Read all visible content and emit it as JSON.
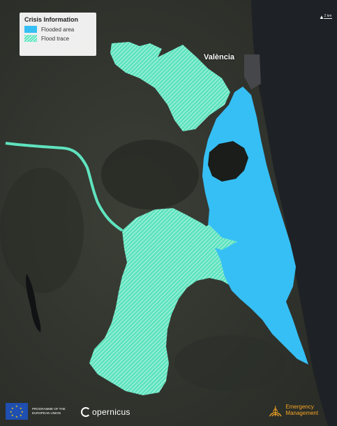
{
  "legend": {
    "title": "Crisis Information",
    "items": [
      {
        "label": "Flooded area",
        "color": "#36bff5"
      },
      {
        "label": "Flood trace",
        "color": "#5fe3bf"
      }
    ]
  },
  "map": {
    "city_label": "València",
    "north_symbol": "▲",
    "scale_label": "2 km",
    "colors": {
      "sea": "#1e2125",
      "land": "#3a3d35",
      "flooded": "#36bff5",
      "trace": "#5fe3bf",
      "lake": "#101214"
    }
  },
  "footer": {
    "eu_program_text": "PROGRAMME OF THE EUROPEAN UNION",
    "copernicus_label": "opernicus",
    "ems_label": "Emergency Management"
  }
}
